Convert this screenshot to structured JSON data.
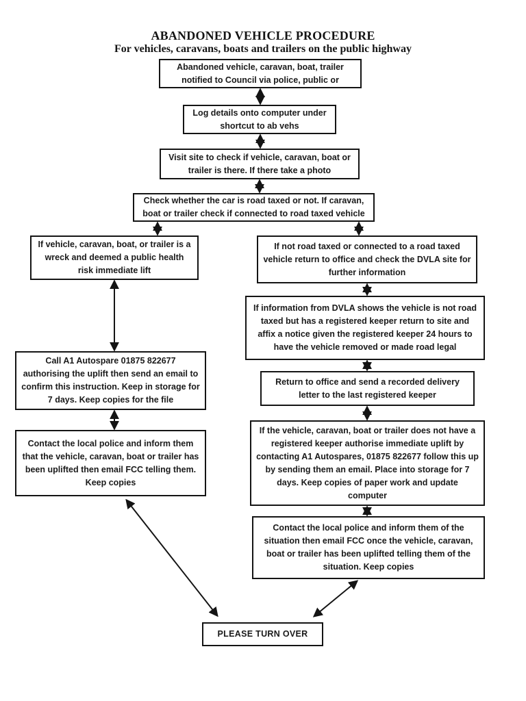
{
  "title": "ABANDONED VEHICLE PROCEDURE",
  "subtitle": "For vehicles, caravans, boats and trailers on the public highway",
  "nodes": {
    "notified": "Abandoned vehicle, caravan, boat, trailer notified to Council via police, public or",
    "log_details": "Log details onto computer under shortcut to ab vehs",
    "visit_site": "Visit site to check if vehicle, caravan, boat or trailer is there.  If there take a photo",
    "check_taxed": "Check whether the car is road taxed or not.  If caravan, boat or trailer check if connected to road taxed vehicle",
    "wreck_lift": "If vehicle, caravan, boat, or trailer is a wreck and deemed a public health risk immediate lift",
    "not_taxed_dvla": "If not road taxed or connected to a road taxed vehicle return to office and check the DVLA site for further information",
    "dvla_notice": "If information from DVLA shows the vehicle is not road taxed but has a registered keeper return to site and affix a notice given the registered keeper 24 hours to have the vehicle removed or made road legal",
    "call_autospare": "Call A1 Autospare 01875 822677 authorising the uplift then send an email to confirm this instruction. Keep in storage for 7 days.  Keep copies for the file",
    "recorded_letter": "Return to office and send a recorded delivery letter to the last registered keeper",
    "no_keeper_uplift": "If the vehicle, caravan, boat or trailer does not have a registered keeper authorise immediate uplift by contacting A1 Autospares, 01875 822677 follow this up by sending them an email.  Place into storage for 7 days.  Keep copies of paper work and update computer",
    "police_left": "Contact the local police and inform them that the vehicle, caravan, boat or trailer has been uplifted then email FCC telling them. Keep copies",
    "police_right": "Contact the local police and inform them of the situation then email FCC once the vehicle, caravan, boat or trailer has been uplifted telling them of the situation. Keep copies",
    "turn_over": "PLEASE TURN OVER"
  }
}
